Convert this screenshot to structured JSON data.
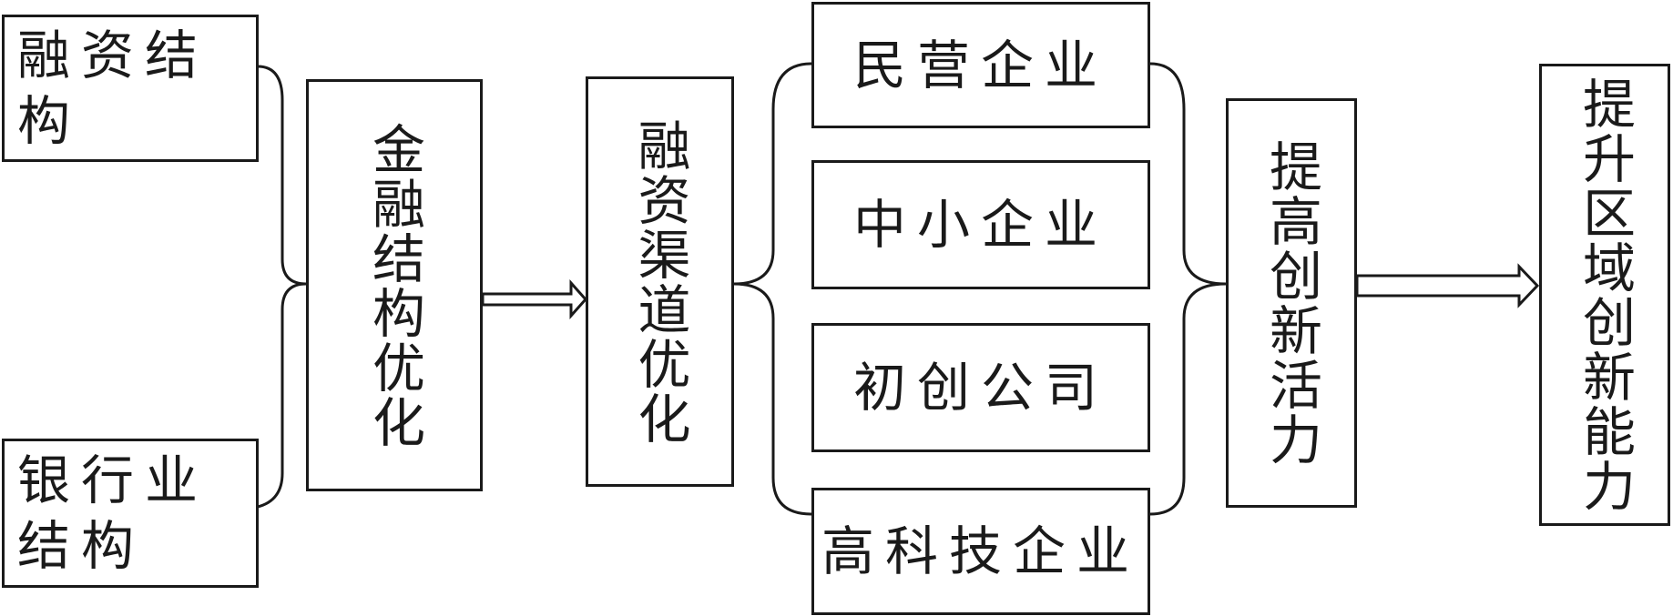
{
  "diagram": {
    "inputs": [
      {
        "label": "融资结构"
      },
      {
        "label": "银行业结构"
      }
    ],
    "stage1": {
      "label": "金融结构优化"
    },
    "stage2": {
      "label": "融资渠道优化"
    },
    "enterprises": [
      {
        "label": "民营企业"
      },
      {
        "label": "中小企业"
      },
      {
        "label": "初创公司"
      },
      {
        "label": "高科技企业"
      }
    ],
    "stage3": {
      "label": "提高创新活力"
    },
    "outcome": {
      "label": "提升区域创新能力"
    }
  }
}
